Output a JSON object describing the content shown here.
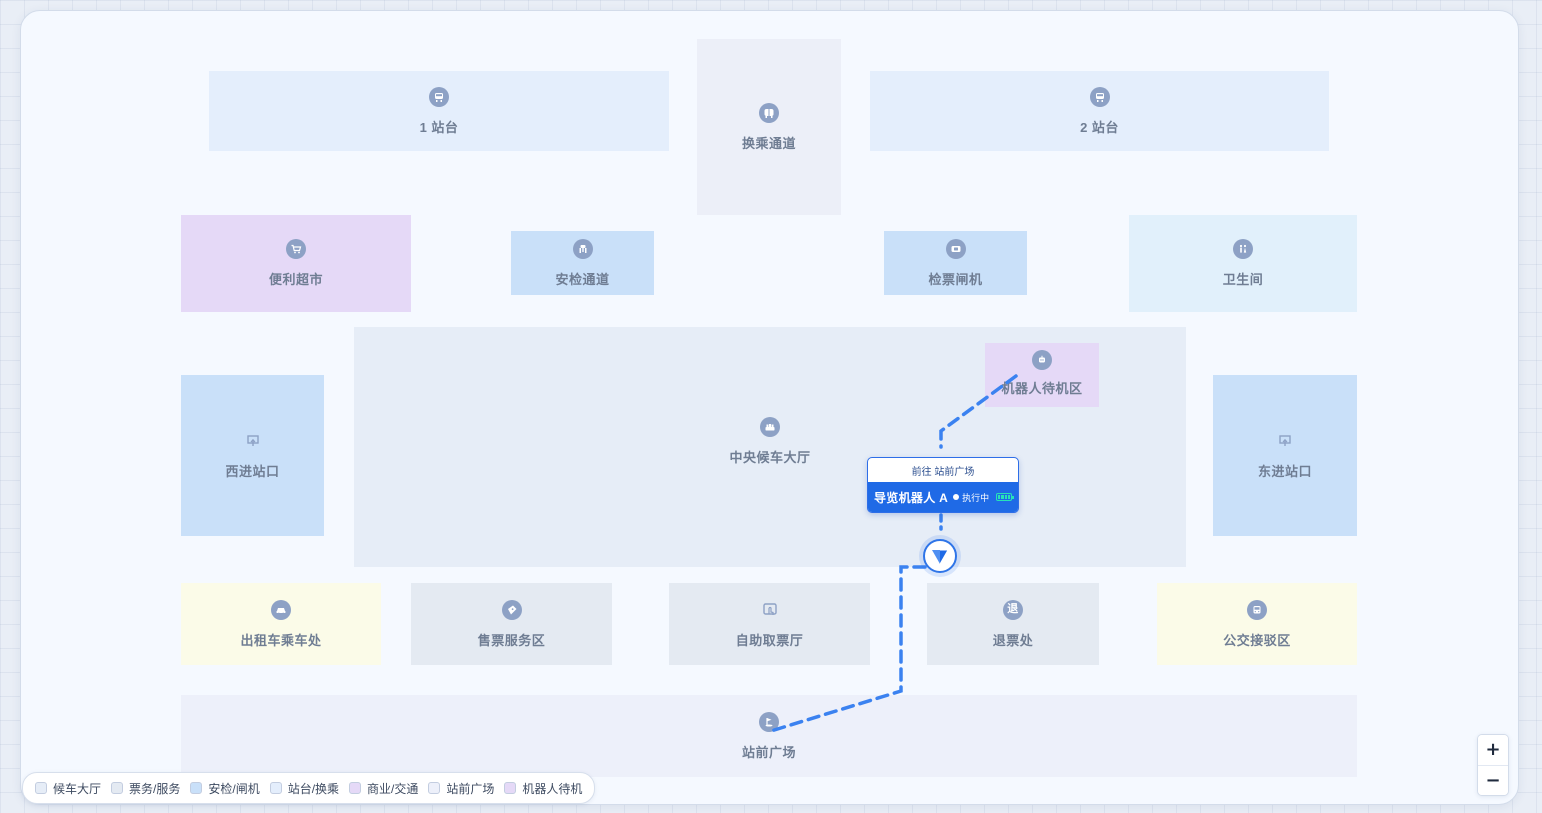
{
  "zones": {
    "platform1": {
      "label": "1 站台",
      "icon": "train-icon"
    },
    "transfer": {
      "label": "换乘通道",
      "icon": "transfer-icon"
    },
    "platform2": {
      "label": "2 站台",
      "icon": "train-icon"
    },
    "supermarket": {
      "label": "便利超市",
      "icon": "cart-icon"
    },
    "security": {
      "label": "安检通道",
      "icon": "security-icon"
    },
    "gates": {
      "label": "检票闸机",
      "icon": "ticket-gate-icon"
    },
    "restroom": {
      "label": "卫生间",
      "icon": "restroom-icon"
    },
    "west_entrance": {
      "label": "西进站口",
      "icon": "entrance-icon"
    },
    "central_hall": {
      "label": "中央候车大厅",
      "icon": "waiting-hall-icon"
    },
    "robot_standby": {
      "label": "机器人待机区",
      "icon": "robot-dock-icon"
    },
    "east_entrance": {
      "label": "东进站口",
      "icon": "entrance-icon"
    },
    "taxi": {
      "label": "出租车乘车处",
      "icon": "taxi-icon"
    },
    "ticket_service": {
      "label": "售票服务区",
      "icon": "ticket-icon"
    },
    "self_service": {
      "label": "自助取票厅",
      "icon": "kiosk-icon"
    },
    "refund": {
      "label": "退票处",
      "icon": "refund-icon",
      "icon_glyph": "退"
    },
    "bus": {
      "label": "公交接驳区",
      "icon": "bus-icon"
    },
    "plaza": {
      "label": "站前广场",
      "icon": "flag-icon"
    }
  },
  "robot": {
    "destination": "前往 站前广场",
    "name": "导览机器人 A",
    "status": "执行中",
    "battery_level": 1.0,
    "marker_icon": "navigation-arrow-icon"
  },
  "legend": [
    {
      "label": "候车大厅",
      "color": "#e6edf7"
    },
    {
      "label": "票务/服务",
      "color": "#e4eaf2"
    },
    {
      "label": "安检/闸机",
      "color": "#c9e0f9"
    },
    {
      "label": "站台/换乘",
      "color": "#e4eefc"
    },
    {
      "label": "商业/交通",
      "color": "#e5d9f7"
    },
    {
      "label": "站前广场",
      "color": "#edf0fa"
    },
    {
      "label": "机器人待机",
      "color": "#e5d9f7"
    }
  ],
  "zoom": {
    "in_label": "+",
    "out_label": "−"
  },
  "colors": {
    "route": "#3b82f0",
    "robot_accent": "#1f6ae6",
    "battery": "#27e3b7"
  }
}
